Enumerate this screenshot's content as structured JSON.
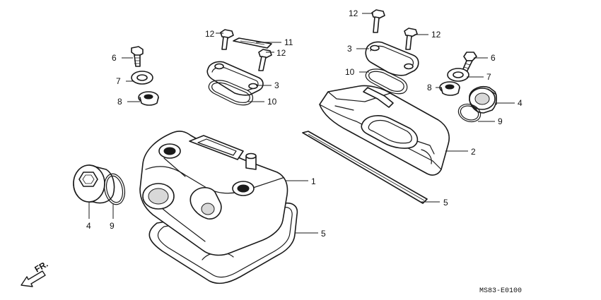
{
  "diagram": {
    "labels": {
      "c1": "1",
      "c2": "2",
      "c3a": "3",
      "c3b": "3",
      "c4a": "4",
      "c4b": "4",
      "c5a": "5",
      "c5b": "5",
      "c6a": "6",
      "c6b": "6",
      "c7a": "7",
      "c7b": "7",
      "c8a": "8",
      "c8b": "8",
      "c9a": "9",
      "c9b": "9",
      "c10a": "10",
      "c10b": "10",
      "c11": "11",
      "c12a": "12",
      "c12b": "12",
      "c12c": "12",
      "c12d": "12"
    },
    "direction_label": "FR.",
    "diagram_code": "MS83-E0100"
  }
}
